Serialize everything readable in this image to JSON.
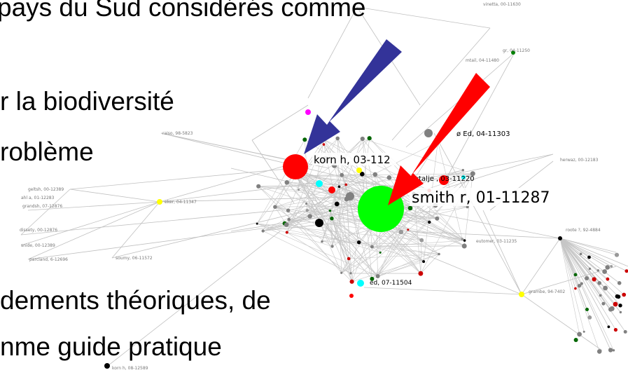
{
  "slide": {
    "line_top": "pays du Sud considérés comme",
    "line_biodiversity": "r la biodiversité",
    "line_problem": "roblème",
    "line_foundations": "dements théoriques, de",
    "line_guide": "nme guide pratique"
  },
  "network": {
    "highlighted": [
      {
        "label": "korn h, 03-112",
        "color": "#ff0000",
        "arrow_color": "#333399"
      },
      {
        "label": "smith r, 01-11287",
        "color": "#00ff00",
        "arrow_color": "#ff0000"
      }
    ],
    "secondary_labels": {
      "top_right": "ø Ed, 04-11303",
      "right_middle": "rtalje , 03-11220",
      "bottom_center": "ed, 07-11504"
    },
    "colors": {
      "edge": "#c0c0c0",
      "node": "#808080",
      "accent_yellow": "#ffff00",
      "accent_cyan": "#00ffff",
      "accent_magenta": "#ff00ff"
    }
  }
}
